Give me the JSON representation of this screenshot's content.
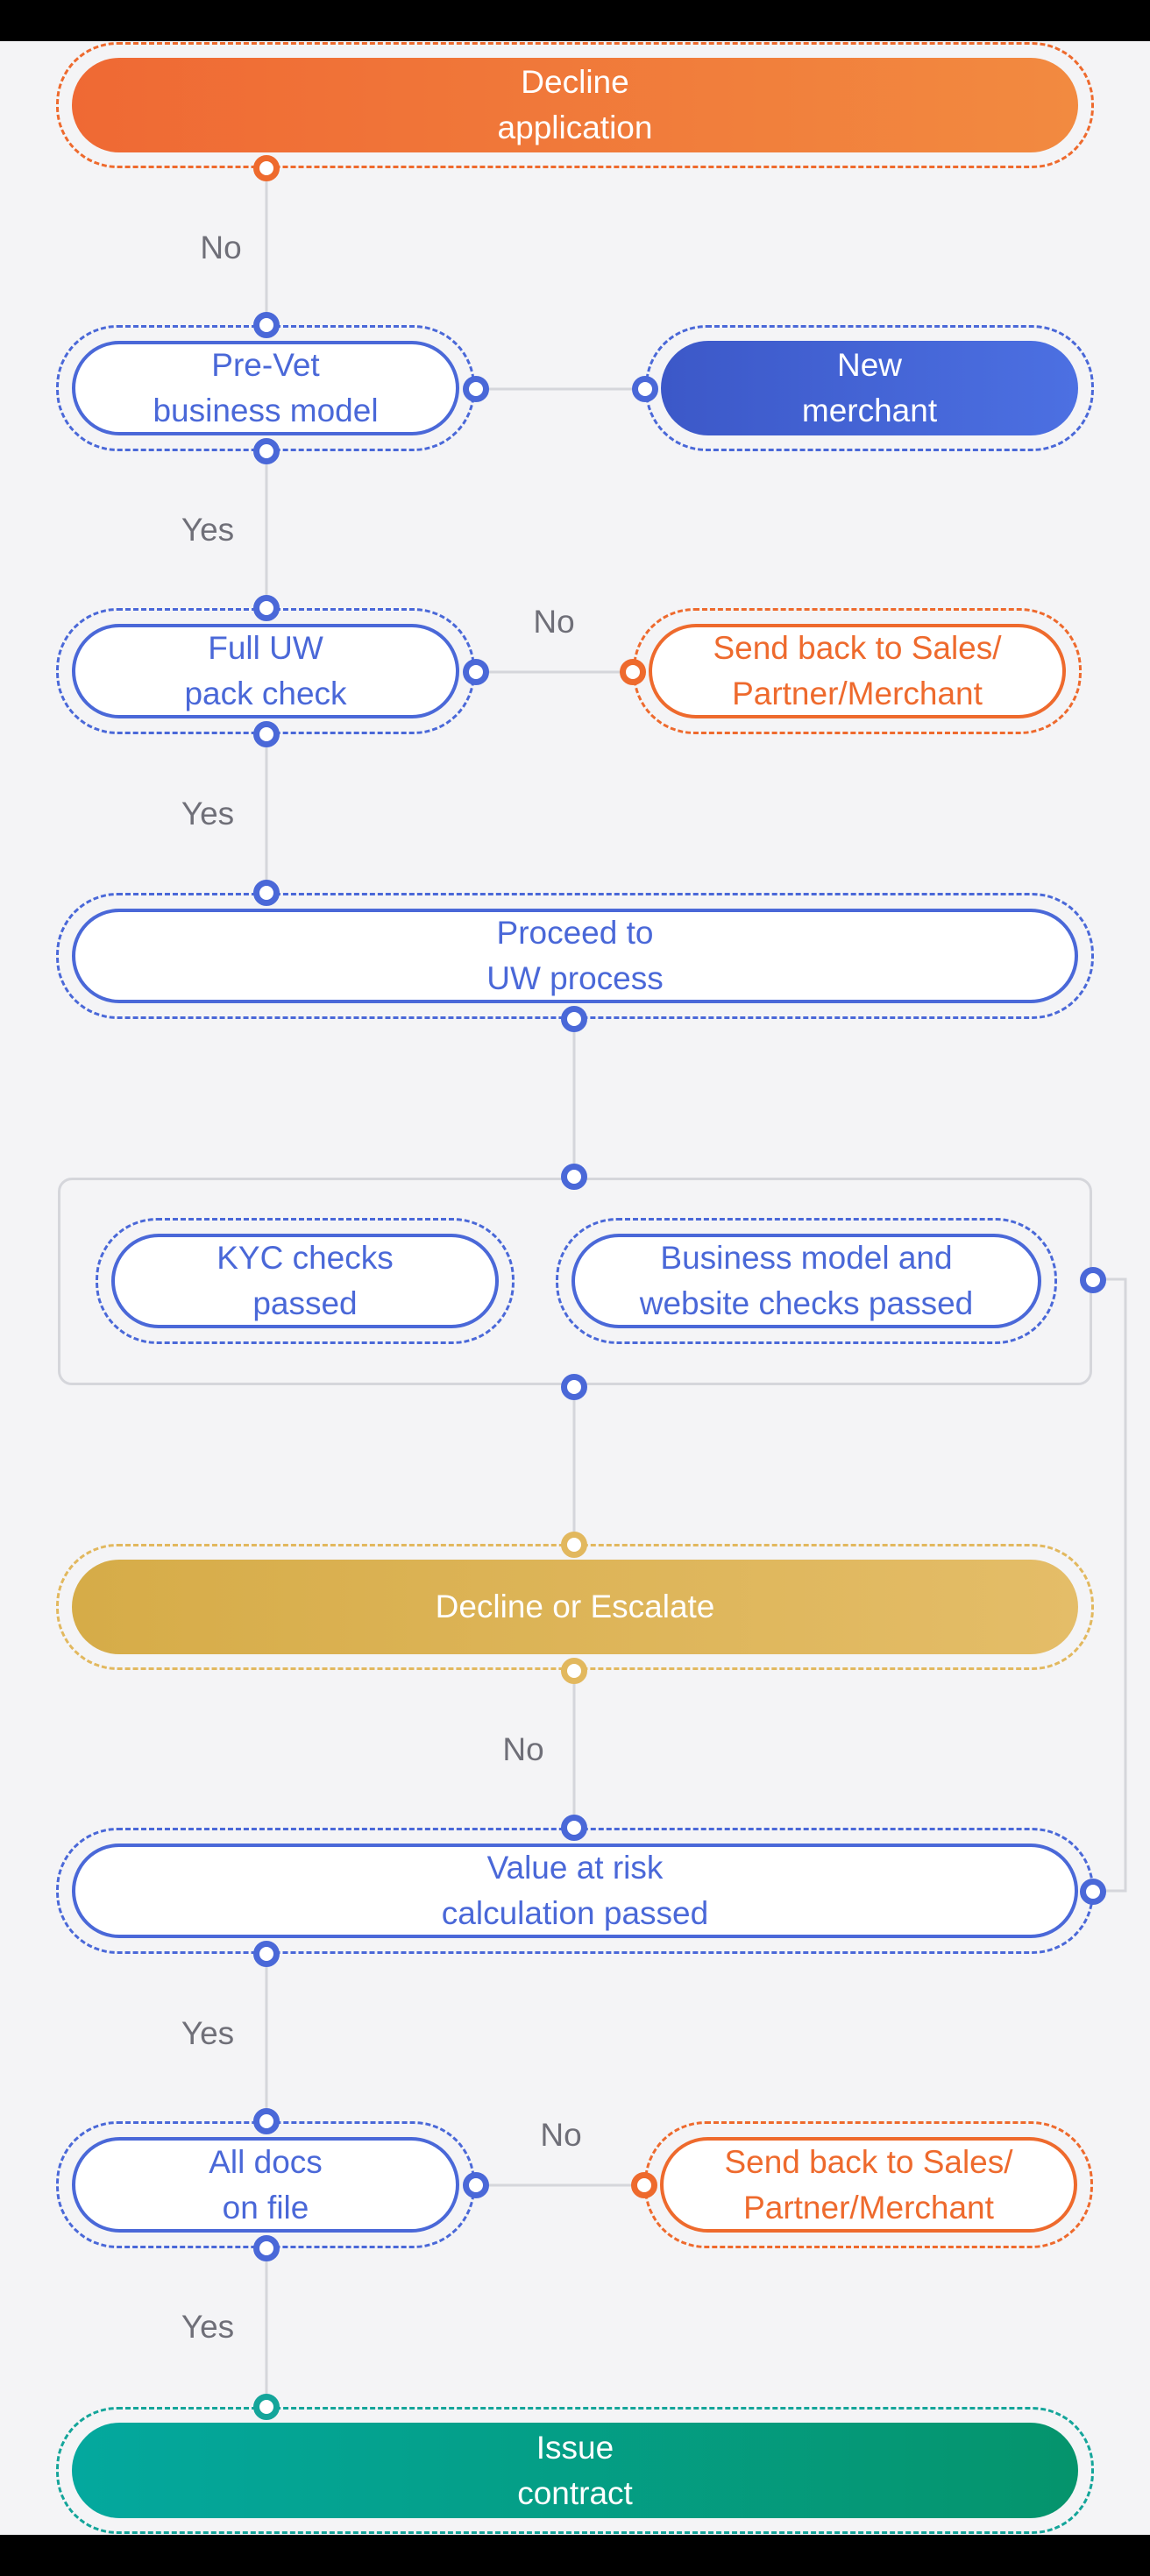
{
  "nodes": {
    "decline_application": "Decline\napplication",
    "pre_vet": "Pre-Vet\nbusiness model",
    "new_merchant": "New\nmerchant",
    "full_uw": "Full UW\npack check",
    "send_back_1": "Send back to Sales/\nPartner/Merchant",
    "proceed_uw": "Proceed to\nUW process",
    "kyc": "KYC checks\npassed",
    "business_model_checks": "Business model and\nwebsite checks passed",
    "decline_escalate": "Decline or Escalate",
    "value_at_risk": "Value at risk\ncalculation passed",
    "all_docs": "All docs\non file",
    "send_back_2": "Send back to Sales/\nPartner/Merchant",
    "issue_contract": "Issue\ncontract"
  },
  "edge_labels": {
    "no_1": "No",
    "yes_1": "Yes",
    "no_2": "No",
    "yes_2": "Yes",
    "no_3": "No",
    "yes_3": "Yes",
    "no_4": "No",
    "yes_4": "Yes"
  },
  "colors": {
    "blue": "#4a68d8",
    "orange": "#ee6a2d",
    "gold": "#e2b85e",
    "teal": "#14a59a",
    "connector": "#d5d6db"
  }
}
